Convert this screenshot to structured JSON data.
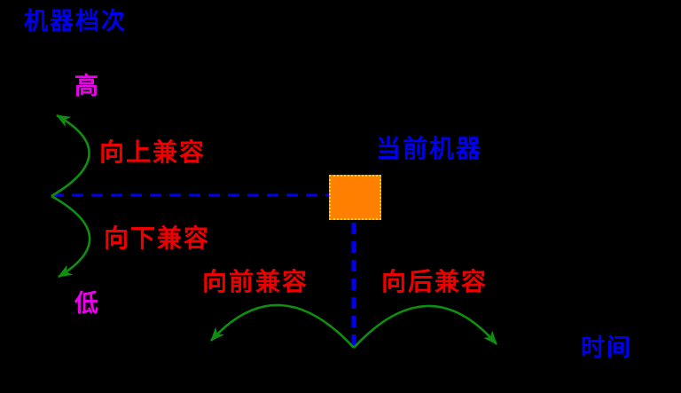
{
  "diagram": {
    "title": "机器档次",
    "high_label": "高",
    "low_label": "低",
    "time_label": "时间",
    "current_machine_label": "当前机器",
    "upward_label": "向上兼容",
    "downward_label": "向下兼容",
    "forward_label": "向前兼容",
    "backward_label": "向后兼容"
  },
  "colors": {
    "background": "#000000",
    "axis_text_blue": "#0000ee",
    "compat_text_red": "#ee0000",
    "level_text_magenta": "#ee00ee",
    "arrow_green": "#0f8f0f",
    "dashed_line_blue": "#0000ee",
    "box_fill_orange": "#ff8000",
    "box_border_yellow": "#ffcc00"
  }
}
